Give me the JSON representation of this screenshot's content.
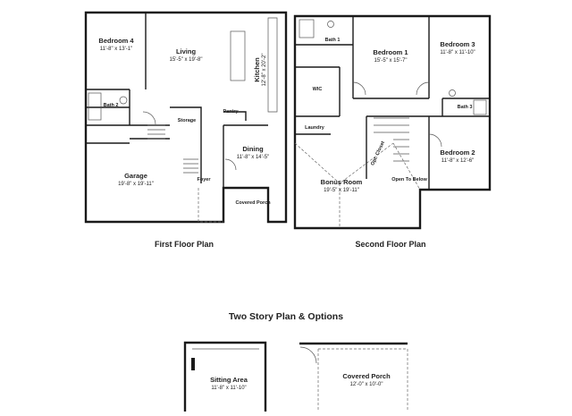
{
  "first_floor": {
    "caption": "First Floor Plan",
    "bedroom4": {
      "name": "Bedroom 4",
      "dim": "11'-8\" x 13'-1\""
    },
    "living": {
      "name": "Living",
      "dim": "15'-5\" x 19'-8\""
    },
    "kitchen": {
      "name": "Kitchen",
      "dim": "12'-8\" x 20'-2\""
    },
    "bath2": {
      "name": "Bath 2"
    },
    "storage": {
      "name": "Storage"
    },
    "pantry": {
      "name": "Pantry"
    },
    "dining": {
      "name": "Dining",
      "dim": "11'-8\" x 14'-5\""
    },
    "garage": {
      "name": "Garage",
      "dim": "19'-8\" x 19'-11\""
    },
    "foyer": {
      "name": "Foyer"
    },
    "covered_porch": {
      "name": "Covered Porch"
    }
  },
  "second_floor": {
    "caption": "Second Floor Plan",
    "bath1": {
      "name": "Bath 1"
    },
    "bedroom1": {
      "name": "Bedroom 1",
      "dim": "15'-5\" x 15'-7\""
    },
    "bedroom3": {
      "name": "Bedroom 3",
      "dim": "11'-8\" x 11'-10\""
    },
    "wic": {
      "name": "WIC"
    },
    "bath3": {
      "name": "Bath 3"
    },
    "laundry": {
      "name": "Laundry"
    },
    "opt_closet": {
      "name": "Opt. Closet"
    },
    "bedroom2": {
      "name": "Bedroom 2",
      "dim": "11'-8\" x 12'-6\""
    },
    "bonus_room": {
      "name": "Bonus Room",
      "dim": "19'-5\" x 19'-11\""
    },
    "open_to_below": {
      "name": "Open To Below"
    }
  },
  "options": {
    "heading": "Two Story Plan & Options",
    "sitting_area": {
      "name": "Sitting Area",
      "dim": "11'-8\" x 11'-10\""
    },
    "covered_porch": {
      "name": "Covered Porch",
      "dim": "12'-0\" x 10'-0\""
    }
  }
}
